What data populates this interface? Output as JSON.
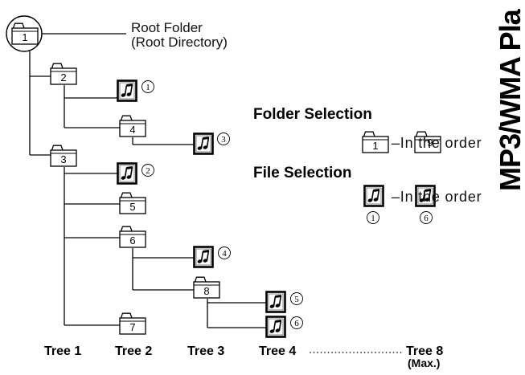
{
  "root": {
    "folder_number": "1",
    "label": "Root Folder",
    "sublabel": "(Root Directory)"
  },
  "folders": {
    "f2": "2",
    "f3": "3",
    "f4": "4",
    "f5": "5",
    "f6": "6",
    "f7": "7",
    "f8": "8"
  },
  "file_markers": {
    "m1": "1",
    "m2": "2",
    "m3": "3",
    "m4": "4",
    "m5": "5",
    "m6": "6"
  },
  "legend": {
    "folder_selection": {
      "title": "Folder Selection",
      "first_folder": "1",
      "last_folder": "9",
      "order_text": "–In the order"
    },
    "file_selection": {
      "title": "File Selection",
      "first_marker": "1",
      "last_marker": "6",
      "order_text": "–In the order"
    }
  },
  "tree_levels": {
    "tree1": "Tree 1",
    "tree2": "Tree 2",
    "tree3": "Tree 3",
    "tree4": "Tree 4",
    "tree8": "Tree 8",
    "max_note": "(Max.)"
  },
  "side_heading": "MP3/WMA Pla",
  "icons": {
    "folder": "folder-icon",
    "music_file": "music-file-icon",
    "marker": "circled-number"
  },
  "colors": {
    "ink": "#000000",
    "background": "#ffffff"
  }
}
